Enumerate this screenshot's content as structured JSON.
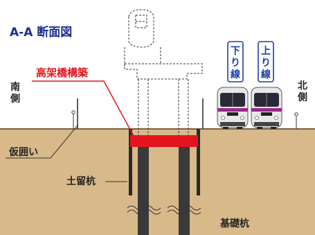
{
  "title": "A-A 断面図",
  "labels": {
    "south": "南側",
    "north": "北側",
    "viaduct": "高架橋構築",
    "temp_enclosure": "仮囲い",
    "sheet_pile": "土留杭",
    "foundation_pile": "基礎杭",
    "down_line": "下り線",
    "up_line": "上り線"
  },
  "colors": {
    "title": "#1c2f8f",
    "ground": "#d8b98a",
    "ground_line": "#7a6040",
    "pile": "#3a3a3a",
    "beam": "#e4141e",
    "highlight_label": "#e4141e",
    "track_label_border": "#1c3fa0",
    "train_body": "#e8e8e8",
    "train_stripe": "#9a2a8a",
    "train_window": "#2a2a38"
  },
  "icons": {
    "trains": "commuter-train-front-icon",
    "pile_break": "wave-break-icon"
  }
}
